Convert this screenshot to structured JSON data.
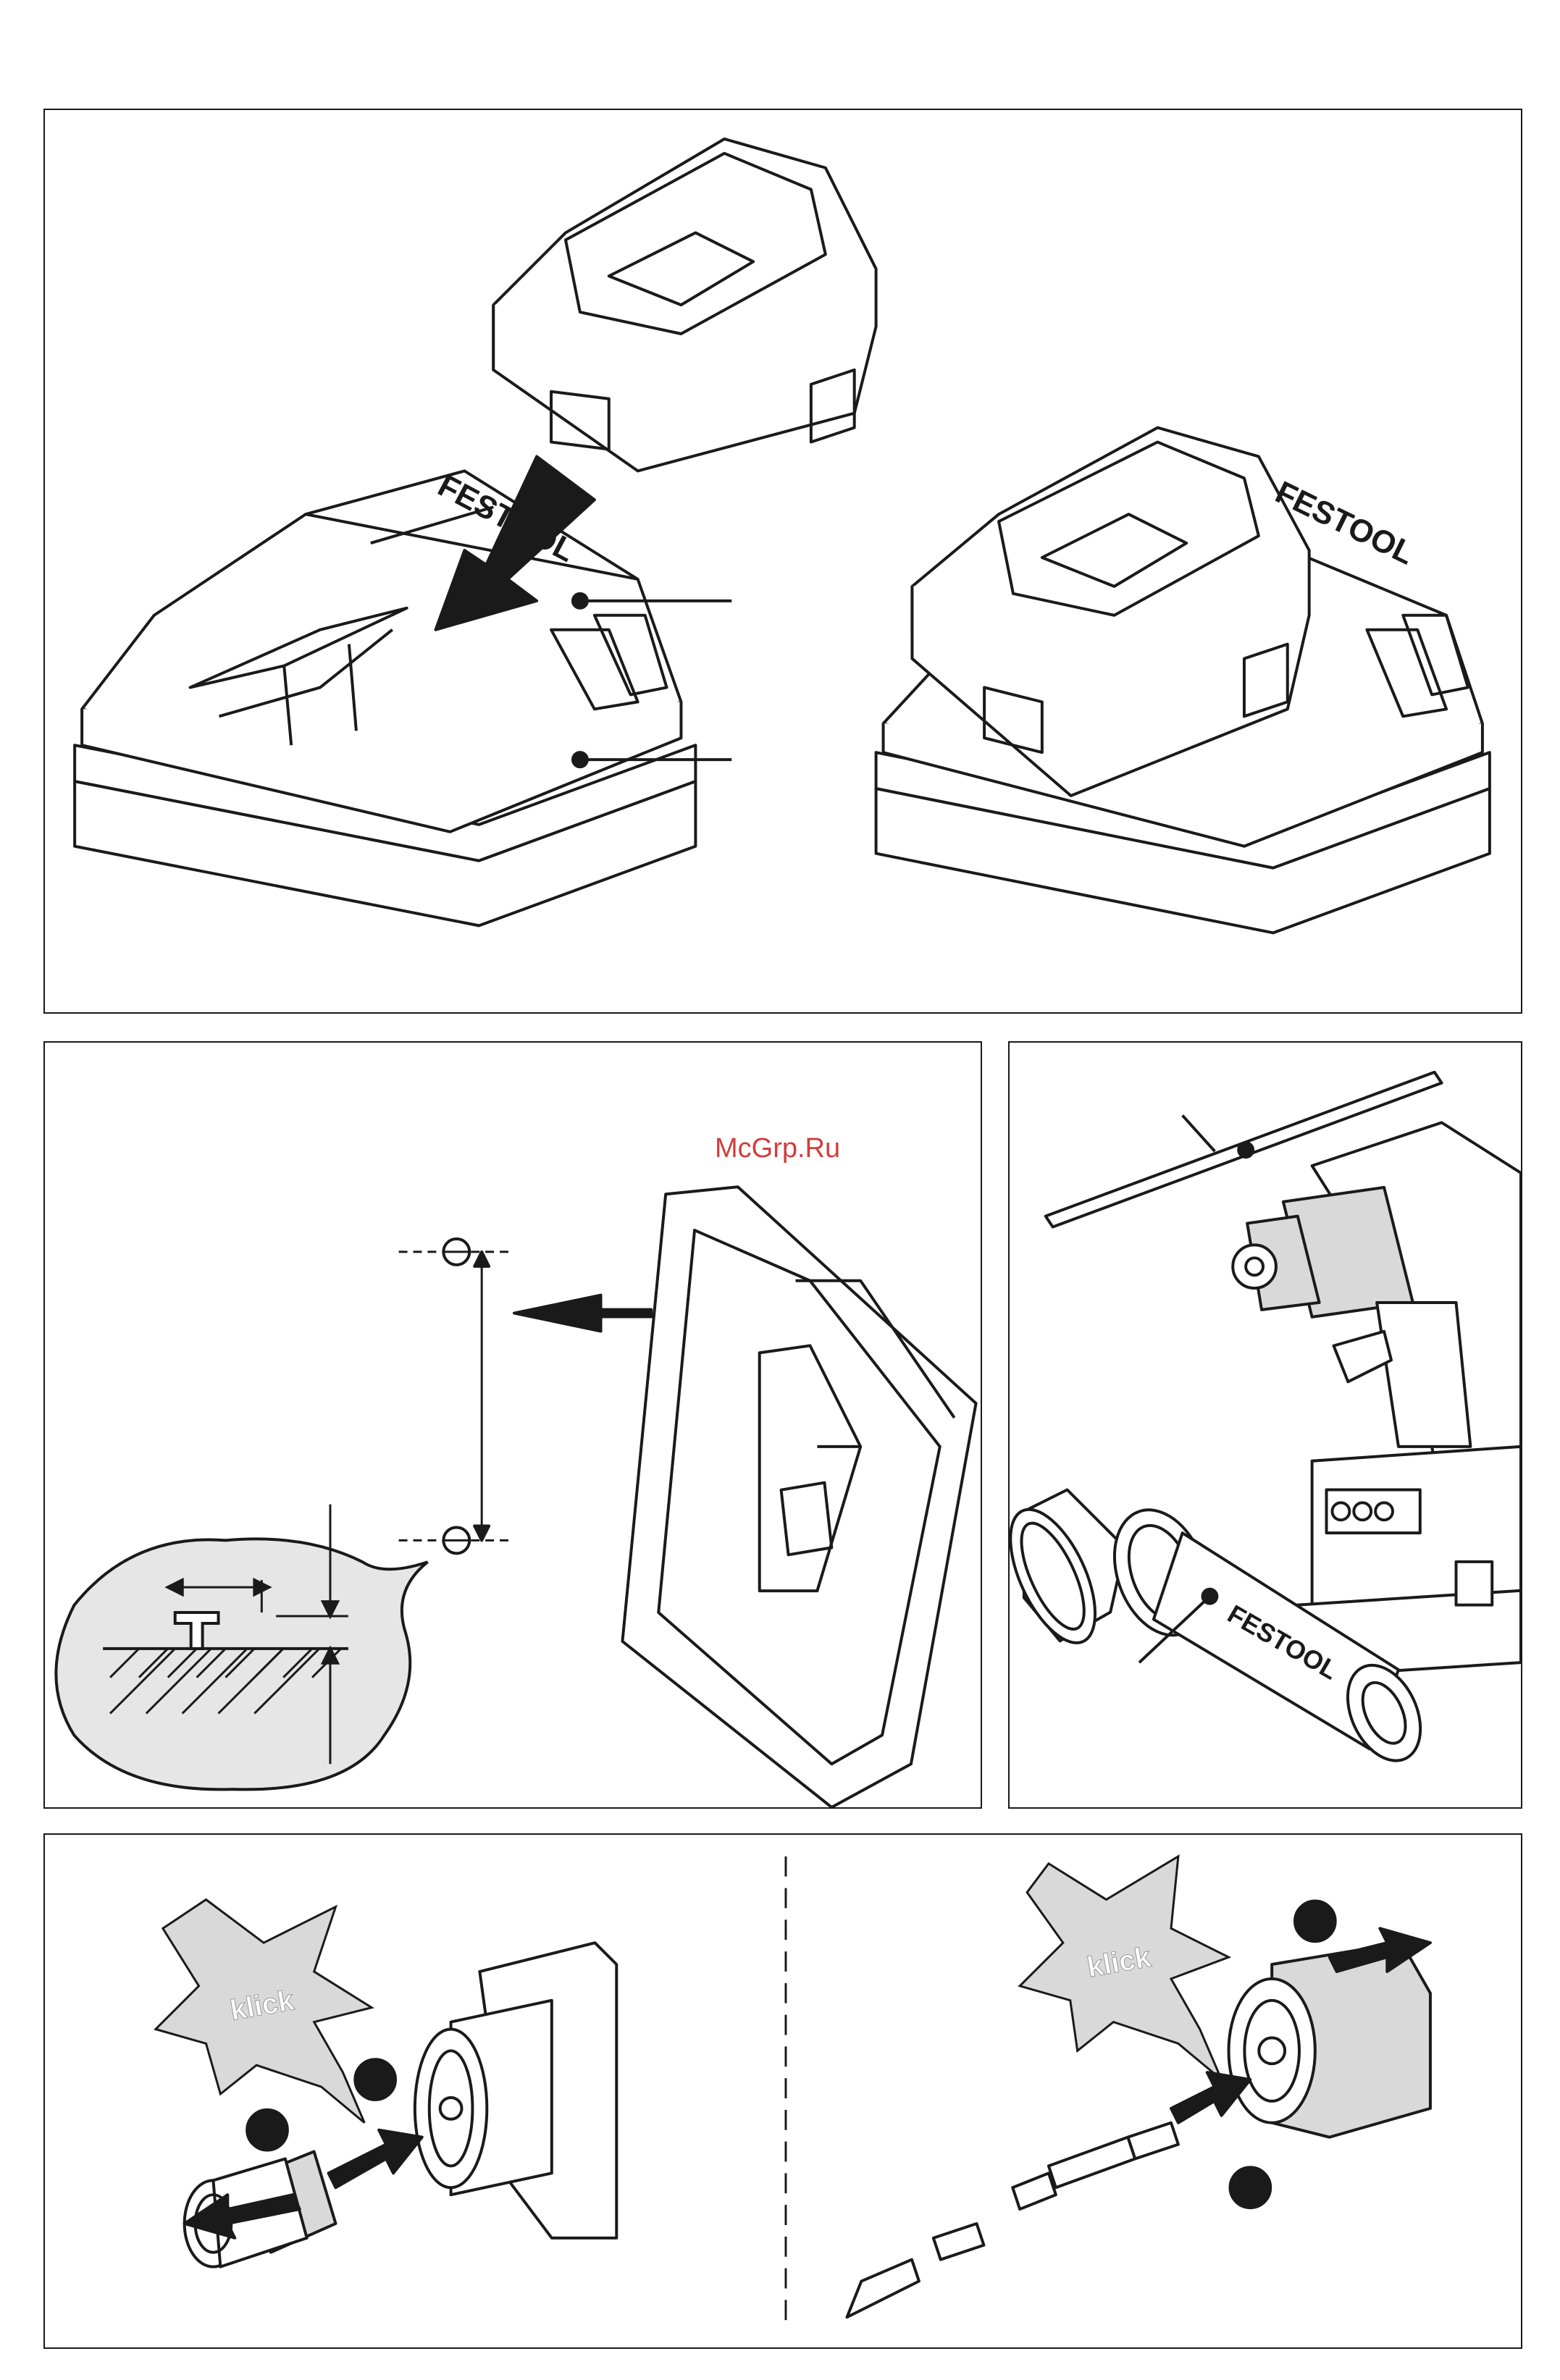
{
  "watermark": "McGrp.Ru",
  "panel_top": {
    "brand_left": "FESTOOL",
    "brand_right": "FESTOOL"
  },
  "panel_right": {
    "grip_brand": "FESTOOL"
  },
  "panel_bottom": {
    "klick_left": "klick",
    "klick_right": "klick"
  },
  "colors": {
    "line": "#1a1a1a",
    "gray_fill": "#d9d9d9",
    "bubble_fill": "#e6e6e6",
    "watermark": "#d23c3c"
  }
}
